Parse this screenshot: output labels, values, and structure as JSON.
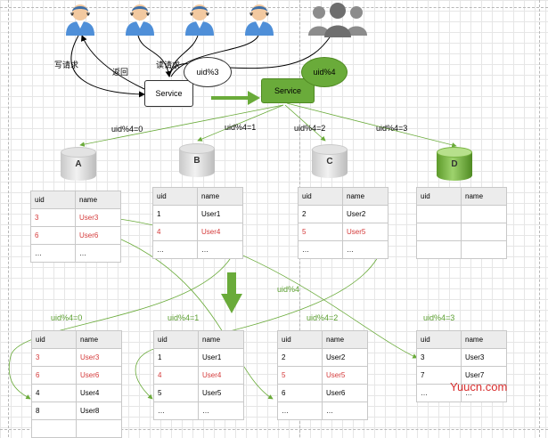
{
  "top": {
    "write_request": "写请求",
    "return": "返回",
    "read_request": "读请求"
  },
  "service_old": {
    "label": "Service",
    "bubble": "uid%3"
  },
  "service_new": {
    "label": "Service",
    "bubble": "uid%4"
  },
  "route_labels": [
    "uid%4=0",
    "uid%4=1",
    "uid%4=2",
    "uid%4=3"
  ],
  "middle_label": "uid%4",
  "bottom_labels": [
    "uid%4=0",
    "uid%4=1",
    "uid%4=2",
    "uid%4=3"
  ],
  "databases": [
    {
      "letter": "A",
      "color": "gray"
    },
    {
      "letter": "B",
      "color": "gray"
    },
    {
      "letter": "C",
      "color": "gray"
    },
    {
      "letter": "D",
      "color": "green"
    }
  ],
  "table_header": {
    "uid": "uid",
    "name": "name"
  },
  "tables_before": [
    [
      [
        "3",
        "User3",
        "red"
      ],
      [
        "6",
        "User6",
        "red"
      ],
      [
        "…",
        "…",
        ""
      ]
    ],
    [
      [
        "1",
        "User1",
        ""
      ],
      [
        "4",
        "User4",
        "red"
      ],
      [
        "…",
        "…",
        ""
      ]
    ],
    [
      [
        "2",
        "User2",
        ""
      ],
      [
        "5",
        "User5",
        "red"
      ],
      [
        "…",
        "…",
        ""
      ]
    ],
    [
      [
        "",
        "",
        ""
      ],
      [
        "",
        "",
        ""
      ],
      [
        "",
        "",
        ""
      ]
    ]
  ],
  "tables_after": [
    [
      [
        "3",
        "User3",
        "red"
      ],
      [
        "6",
        "User6",
        "red"
      ],
      [
        "4",
        "User4",
        ""
      ],
      [
        "8",
        "User8",
        ""
      ],
      [
        "",
        "",
        ""
      ]
    ],
    [
      [
        "1",
        "User1",
        ""
      ],
      [
        "4",
        "User4",
        "red"
      ],
      [
        "5",
        "User5",
        ""
      ],
      [
        "…",
        "…",
        ""
      ]
    ],
    [
      [
        "2",
        "User2",
        ""
      ],
      [
        "5",
        "User5",
        "red"
      ],
      [
        "6",
        "User6",
        ""
      ],
      [
        "…",
        "…",
        ""
      ]
    ],
    [
      [
        "3",
        "User3",
        ""
      ],
      [
        "7",
        "User7",
        ""
      ],
      [
        "…",
        "…",
        ""
      ]
    ]
  ],
  "watermark": "Yuucn.com",
  "colors": {
    "green": "#6aab3a",
    "red": "#d43a3a",
    "user_blue": "#4f8fd8"
  }
}
